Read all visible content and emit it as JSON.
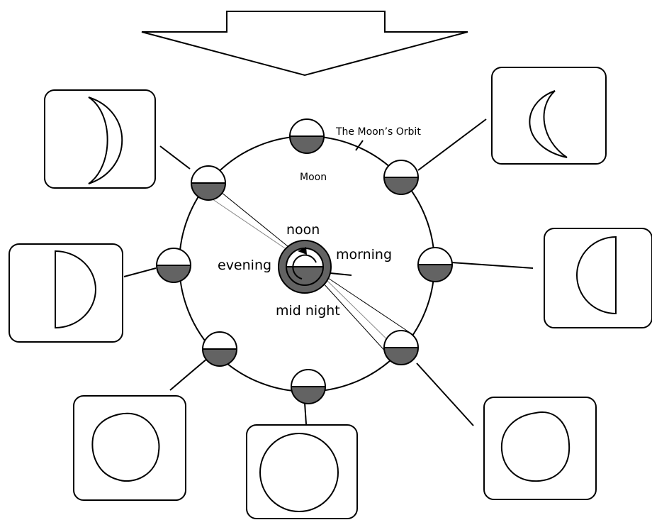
{
  "labels": {
    "orbit": "The Moon’s Orbit",
    "moon": "Moon",
    "noon": "noon",
    "morning": "morning",
    "evening": "evening",
    "midnight": "mid night"
  },
  "colors": {
    "dark_half": "#636363",
    "light_half": "#ffffff",
    "stroke": "#000000",
    "sight_line": "#888888"
  },
  "icons": {
    "sunlight": "sunlight-arrow-icon",
    "rotation": "rotation-arrow-icon"
  }
}
